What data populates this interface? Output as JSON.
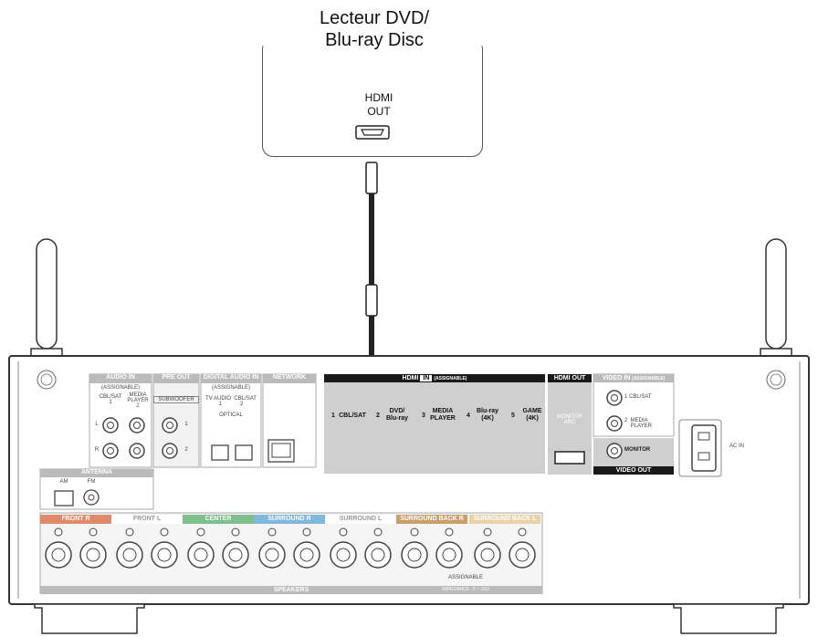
{
  "source": {
    "title": "Lecteur DVD/\nBlu-ray Disc",
    "port": "HDMI\nOUT"
  },
  "receiver": {
    "audio_in": {
      "header": "AUDIO",
      "tag": "IN",
      "sub": "(ASSIGNABLE)",
      "col1": "CBL/SAT\n1",
      "col2": "MEDIA\nPLAYER\n2",
      "l": "L",
      "r": "R"
    },
    "pre_out": {
      "header": "PRE OUT",
      "sub": "SUBWOOFER",
      "n1": "1",
      "n2": "2"
    },
    "digital_audio": {
      "header": "DIGITAL AUDIO",
      "tag": "IN",
      "sub": "(ASSIGNABLE)",
      "cols": "TV AUDIO  CBL/SAT\n1            2",
      "optical": "OPTICAL"
    },
    "network": {
      "header": "NETWORK"
    },
    "antenna": {
      "header": "ANTENNA",
      "am": "AM",
      "fm": "FM"
    },
    "hdmi_in": {
      "header": "HDMI",
      "tag": "IN",
      "sub": "(ASSIGNABLE)",
      "inputs": [
        {
          "num": "1",
          "label": "CBL/SAT"
        },
        {
          "num": "2",
          "label": "DVD/\nBlu-ray"
        },
        {
          "num": "3",
          "label": "MEDIA\nPLAYER"
        },
        {
          "num": "4",
          "label": "Blu-ray\n(4K)"
        },
        {
          "num": "5",
          "label": "GAME\n(4K)"
        }
      ]
    },
    "hdmi_out": {
      "header": "HDMI",
      "tag": "OUT",
      "label": "MONITOR\nARC"
    },
    "video_in": {
      "header": "VIDEO",
      "tag": "IN",
      "sub": "(ASSIGNABLE)",
      "in1": "1  CBL/SAT",
      "in2": "2  MEDIA\n    PLAYER"
    },
    "video_out": {
      "label": "MONITOR",
      "header": "VIDEO",
      "tag": "OUT"
    },
    "ac_in": "AC IN",
    "speakers": {
      "groups": [
        {
          "label": "FRONT",
          "side": "R",
          "color": "#e08a6a"
        },
        {
          "label": "FRONT",
          "side": "L",
          "color": "#ffffff"
        },
        {
          "label": "CENTER",
          "side": "",
          "color": "#7fbf8f"
        },
        {
          "label": "SURROUND",
          "side": "R",
          "color": "#7fb7dd"
        },
        {
          "label": "SURROUND",
          "side": "L",
          "color": "#ffffff"
        },
        {
          "label": "SURROUND BACK",
          "side": "R",
          "color": "#c9a06b"
        },
        {
          "label": "SURROUND BACK",
          "side": "L",
          "color": "#ead2a8"
        }
      ],
      "assignable": "ASSIGNABLE",
      "footer": "SPEAKERS",
      "impedance": "IMPEDANCE : 6 ~ 16Ω"
    }
  }
}
